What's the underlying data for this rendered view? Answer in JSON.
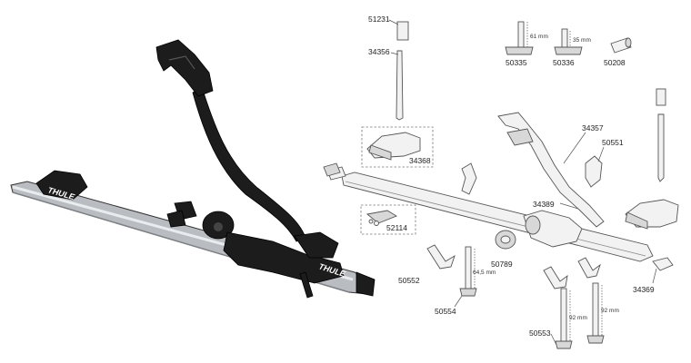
{
  "brand_mark": "THULE",
  "parts": [
    {
      "id": "p51231",
      "number": "51231"
    },
    {
      "id": "p34356",
      "number": "34356"
    },
    {
      "id": "p50335",
      "number": "50335"
    },
    {
      "id": "p50336",
      "number": "50336"
    },
    {
      "id": "p50208",
      "number": "50208"
    },
    {
      "id": "p34357",
      "number": "34357"
    },
    {
      "id": "p50551",
      "number": "50551"
    },
    {
      "id": "p34368",
      "number": "34368"
    },
    {
      "id": "p34389",
      "number": "34389"
    },
    {
      "id": "p52114",
      "number": "52114"
    },
    {
      "id": "p50789",
      "number": "50789"
    },
    {
      "id": "p50552",
      "number": "50552"
    },
    {
      "id": "p50554",
      "number": "50554"
    },
    {
      "id": "p50553",
      "number": "50553"
    },
    {
      "id": "p34369",
      "number": "34369"
    }
  ],
  "dimensions": {
    "d61": "61 mm",
    "d35": "35 mm",
    "d64": "64,5 mm",
    "d92a": "92 mm",
    "d92b": "92 mm"
  }
}
